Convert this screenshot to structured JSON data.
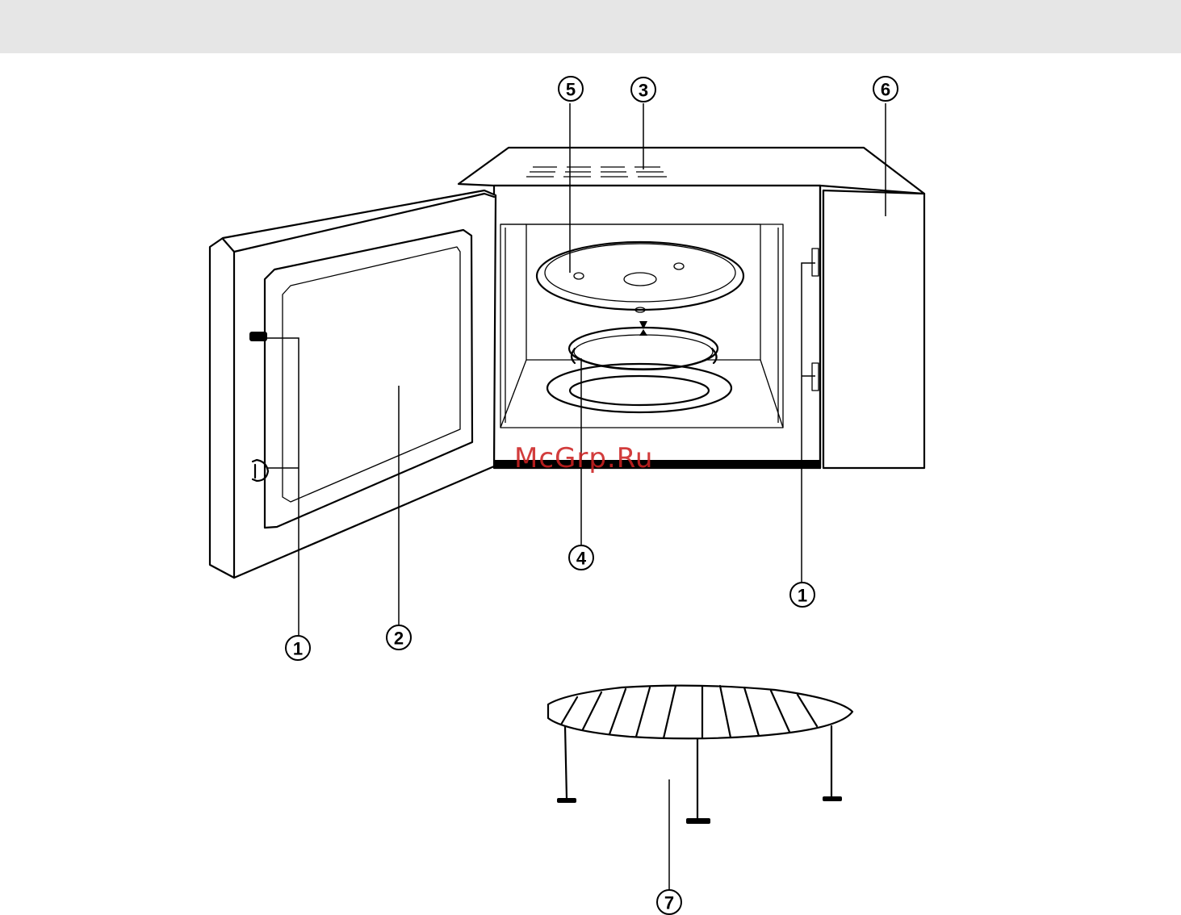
{
  "callouts": {
    "door_latch_left": "1",
    "door_window": "2",
    "waveguide_cover": "3",
    "rotating_ring": "4",
    "glass_tray": "5",
    "control_panel": "6",
    "door_latch_right": "1",
    "metal_rack": "7"
  },
  "watermark": "McGrp.Ru",
  "colors": {
    "header_band": "#e6e6e6",
    "line_art": "#000000",
    "watermark": "#cc2222"
  }
}
